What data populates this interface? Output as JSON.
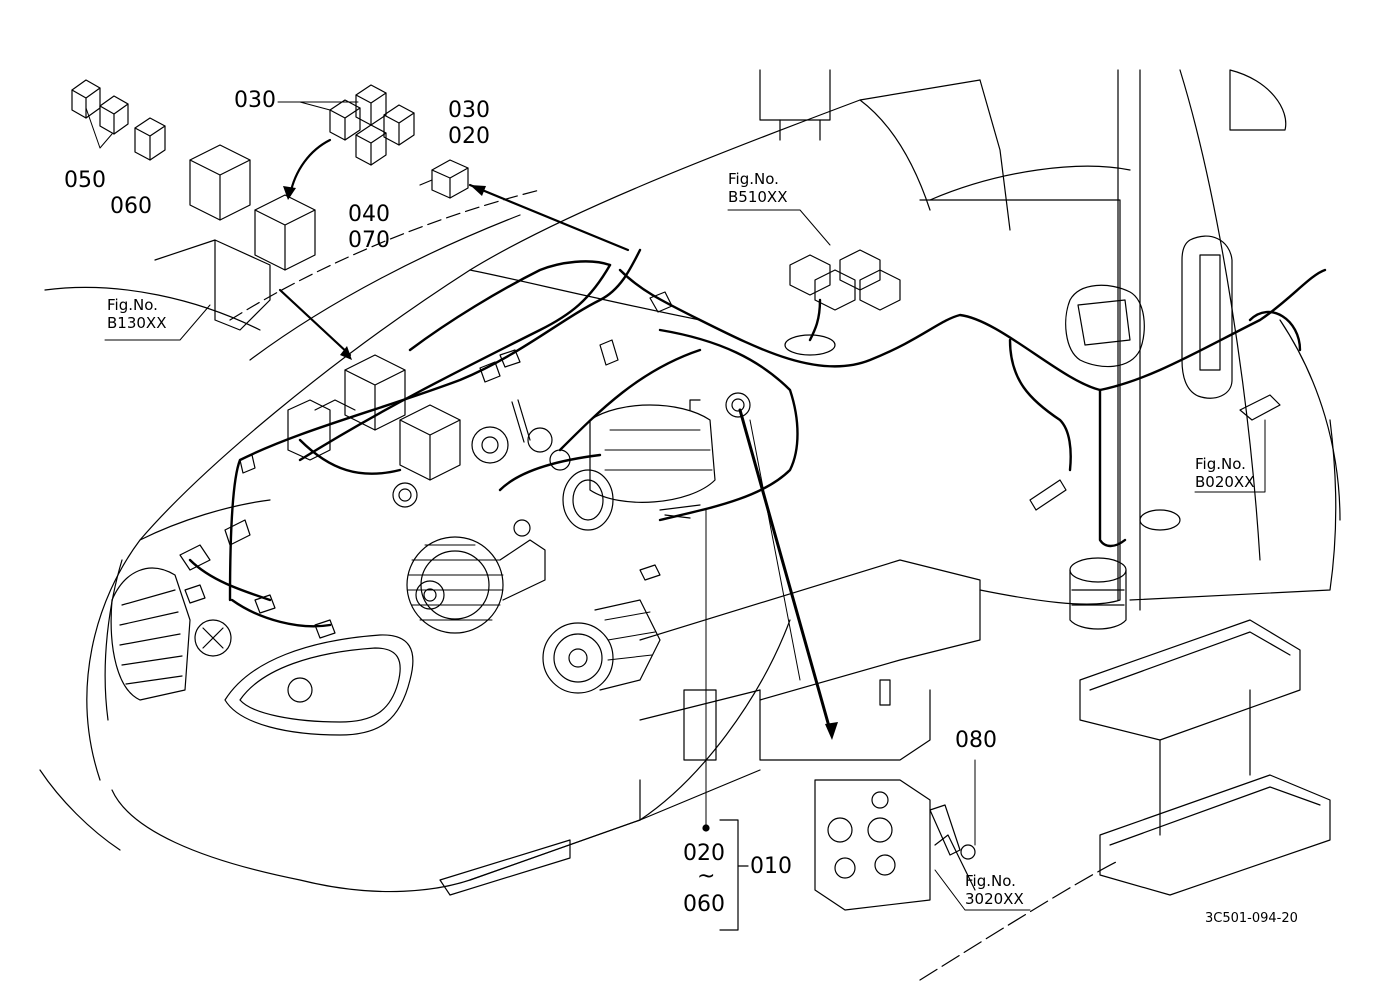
{
  "part_labels": {
    "p030_a": "030",
    "p030_b": "030",
    "p020_top": "020",
    "p050": "050",
    "p060": "060",
    "p040": "040",
    "p070": "070",
    "p080": "080",
    "p020_range": "020",
    "p_tilde": "~",
    "p060_range": "060",
    "p010": "010"
  },
  "figure_refs": {
    "b510": {
      "prefix": "Fig.No.",
      "number": "B510XX"
    },
    "b130": {
      "prefix": "Fig.No.",
      "number": "B130XX"
    },
    "b020": {
      "prefix": "Fig.No.",
      "number": "B020XX"
    },
    "f3020": {
      "prefix": "Fig.No.",
      "number": "3020XX"
    }
  },
  "drawing_number": "3C501-094-20"
}
